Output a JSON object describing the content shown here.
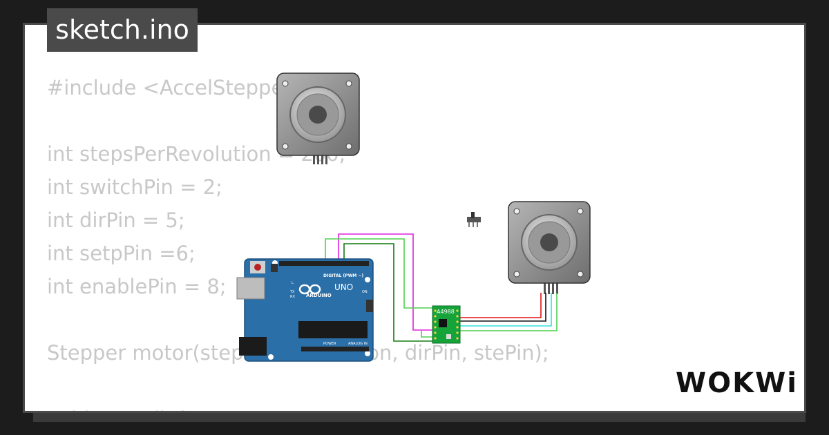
{
  "file_tab": {
    "label": "sketch.ino"
  },
  "code_lines": [
    "#include <AccelStepper.h>",
    "",
    "int stepsPerRevolution = 200;",
    "int switchPin = 2;",
    "int dirPin = 5;",
    "int setpPin =6;",
    "int enablePin = 8;",
    "",
    "Stepper motor(stepsPerRevolution, dirPin, stePin);",
    "",
    "void setup() {"
  ],
  "arduino": {
    "brand": "ARDUINO",
    "model": "UNO",
    "digital_label": "DIGITAL (PWM ~)",
    "analog_label": "ANALOG IN",
    "power_label": "POWER",
    "on_label": "ON",
    "l_label": "L",
    "tx_label": "TX",
    "rx_label": "RX"
  },
  "driver": {
    "label": "A4988"
  },
  "logo": {
    "text": "WOKWi"
  },
  "colors": {
    "background": "#1c1c1c",
    "card": "#ffffff",
    "tab": "#4a4a4a",
    "code_text": "#c8c8c8",
    "arduino_board": "#2b6fa8",
    "driver_board": "#15a33a",
    "motor_body": "#8a8a8a",
    "wire_green": "#4fd04f",
    "wire_dark_green": "#147a14",
    "wire_magenta": "#e020e0",
    "wire_red": "#e01010",
    "wire_black": "#111111",
    "wire_cyan": "#30e0e0"
  }
}
